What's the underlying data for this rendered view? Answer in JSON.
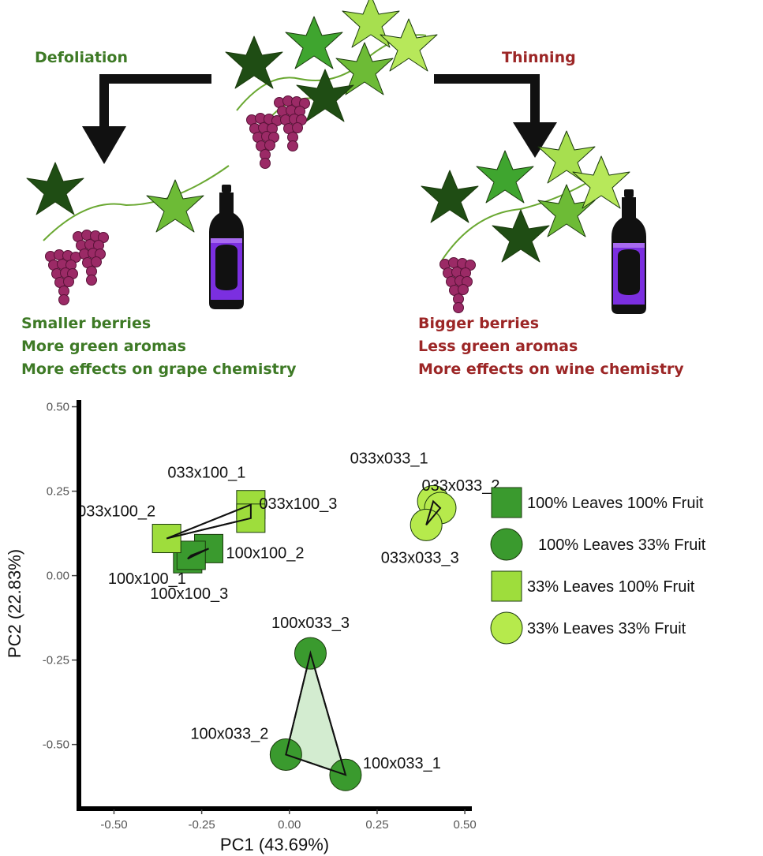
{
  "illustration": {
    "defoliation_label": "Defoliation",
    "thinning_label": "Thinning",
    "defoliation_effects": [
      "Smaller berries",
      "More green aromas",
      "More effects on grape chemistry"
    ],
    "thinning_effects": [
      "Bigger berries",
      "Less green aromas",
      "More effects on wine chemistry"
    ],
    "colors": {
      "defoliation_text": "#3e7a26",
      "thinning_text": "#9c2626",
      "grape": "#9b2a66",
      "wine": "#7b2fe0",
      "bottle": "#111111"
    },
    "icons": [
      "grapevine-icon",
      "arrow-icon",
      "wine-bottle-icon",
      "grape-cluster-icon"
    ]
  },
  "chart_data": {
    "type": "scatter",
    "xlabel": "PC1 (43.69%)",
    "ylabel": "PC2 (22.83%)",
    "xlim": [
      -0.6,
      0.52
    ],
    "ylim": [
      -0.69,
      0.52
    ],
    "xticks": [
      "-0.50",
      "-0.25",
      "0.00",
      "0.25",
      "0.50"
    ],
    "yticks": [
      "0.50",
      "0.25",
      "0.00",
      "-0.25",
      "-0.50"
    ],
    "legend_position": "right",
    "series": [
      {
        "name": "100% Leaves 100% Fruit",
        "marker": "square",
        "color": "#3a9a2e",
        "hull_fill": "",
        "points": [
          {
            "label": "100x100_1",
            "x": -0.29,
            "y": 0.05
          },
          {
            "label": "100x100_2",
            "x": -0.23,
            "y": 0.08
          },
          {
            "label": "100x100_3",
            "x": -0.28,
            "y": 0.06
          }
        ]
      },
      {
        "name": "100% Leaves 33% Fruit",
        "marker": "circle",
        "color": "#3a9a2e",
        "hull_fill": "#d3ecd0",
        "points": [
          {
            "label": "100x033_1",
            "x": 0.16,
            "y": -0.59
          },
          {
            "label": "100x033_2",
            "x": -0.01,
            "y": -0.53
          },
          {
            "label": "100x033_3",
            "x": 0.06,
            "y": -0.23
          }
        ]
      },
      {
        "name": "33% Leaves 100% Fruit",
        "marker": "square",
        "color": "#9edd3c",
        "hull_fill": "",
        "points": [
          {
            "label": "033x100_1",
            "x": -0.11,
            "y": 0.21
          },
          {
            "label": "033x100_2",
            "x": -0.35,
            "y": 0.11
          },
          {
            "label": "033x100_3",
            "x": -0.11,
            "y": 0.17
          }
        ]
      },
      {
        "name": "33% Leaves 33% Fruit",
        "marker": "circle",
        "color": "#b6ea4c",
        "hull_fill": "",
        "points": [
          {
            "label": "033x033_1",
            "x": 0.41,
            "y": 0.22
          },
          {
            "label": "033x033_2",
            "x": 0.43,
            "y": 0.2
          },
          {
            "label": "033x033_3",
            "x": 0.39,
            "y": 0.15
          }
        ]
      }
    ]
  }
}
